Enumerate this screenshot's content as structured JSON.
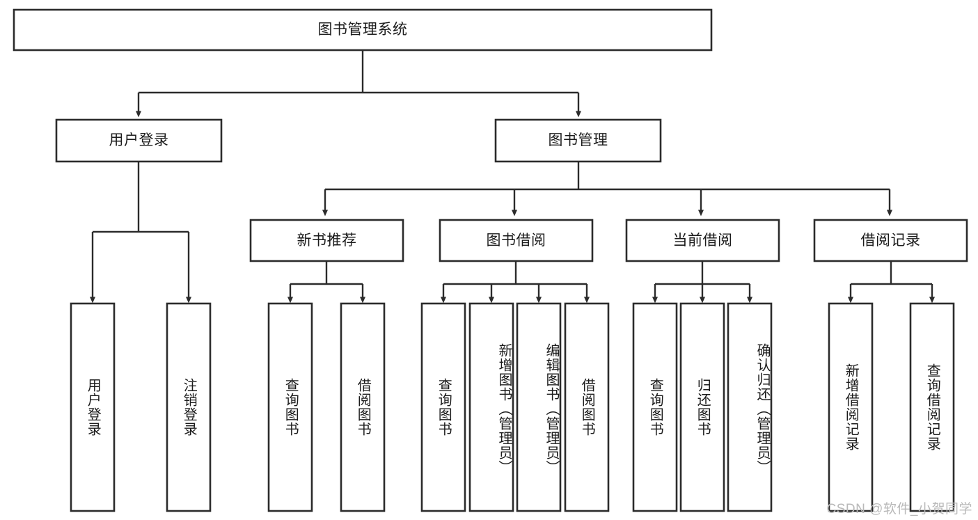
{
  "diagram": {
    "type": "tree-hierarchy",
    "orientation": "top-down",
    "root": {
      "label": "图书管理系统"
    },
    "level2": [
      {
        "label": "用户登录"
      },
      {
        "label": "图书管理"
      }
    ],
    "level3": [
      {
        "label": "新书推荐"
      },
      {
        "label": "图书借阅"
      },
      {
        "label": "当前借阅"
      },
      {
        "label": "借阅记录"
      }
    ],
    "leaves": {
      "user_login": [
        {
          "label": "用户登录"
        },
        {
          "label": "注销登录"
        }
      ],
      "new_book_recommend": [
        {
          "label": "查询图书"
        },
        {
          "label": "借阅图书"
        }
      ],
      "book_borrow": [
        {
          "label": "查询图书"
        },
        {
          "label": "新增图书（管理员）"
        },
        {
          "label": "编辑图书（管理员）"
        },
        {
          "label": "借阅图书"
        }
      ],
      "current_borrow": [
        {
          "label": "查询图书"
        },
        {
          "label": "归还图书"
        },
        {
          "label": "确认归还（管理员）"
        }
      ],
      "borrow_record": [
        {
          "label": "新增借阅记录"
        },
        {
          "label": "查询借阅记录"
        }
      ]
    }
  },
  "watermark": {
    "text": "CSDN @软件_小贺同学"
  },
  "colors": {
    "stroke": "#2b2b2b",
    "fill": "#ffffff",
    "text": "#1b1b1b",
    "watermark": "#b9b9b9"
  }
}
